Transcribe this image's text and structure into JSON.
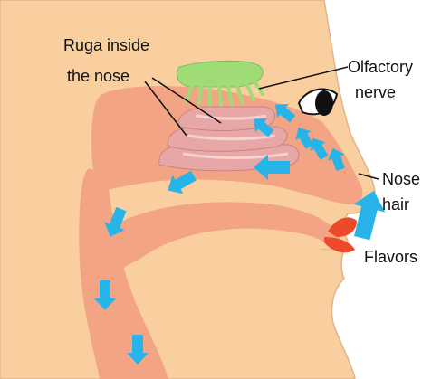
{
  "labels": {
    "ruga": [
      "Ruga inside",
      "the nose"
    ],
    "olfactory": [
      "Olfactory",
      "nerve"
    ],
    "nose_hair": [
      "Nose",
      "hair"
    ],
    "flavors": "Flavors"
  },
  "colors": {
    "background": "#ffffff",
    "skin": "#f9cf9f",
    "skin_outline": "#e1b48a",
    "cavity": "#f2a484",
    "ruga": "#e7a7a7",
    "ruga_highlight": "#f6d2d2",
    "nerve": "#9fdc76",
    "arrow": "#29b4e9",
    "lips": "#ec4a2b",
    "line": "#111111"
  },
  "icons": {
    "arrow": "airflow-arrow-icon",
    "eye": "eye-icon",
    "nerve": "olfactory-nerve-icon"
  }
}
